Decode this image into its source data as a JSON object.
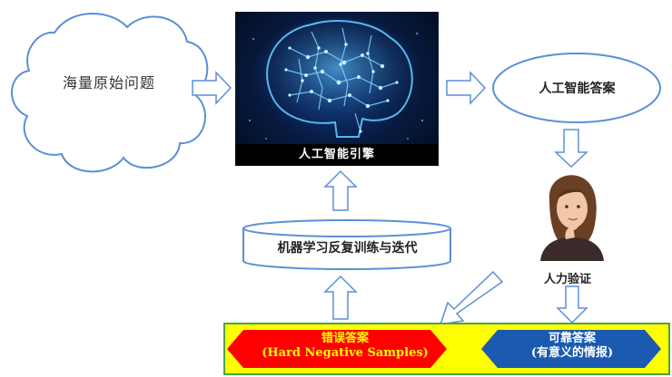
{
  "cloud": {
    "label": "海量原始问题"
  },
  "engine": {
    "caption": "人工智能引擎"
  },
  "answer": {
    "label": "人工智能答案"
  },
  "ml_store": {
    "label": "机器学习反复训练与迭代"
  },
  "human": {
    "label": "人力验证"
  },
  "outcomes": {
    "wrong": {
      "line1": "错误答案",
      "line2": "(Hard Negative Samples)"
    },
    "correct": {
      "line1": "可靠答案",
      "line2": "(有意义的情报)"
    }
  },
  "colors": {
    "outline": "#5b8fd6",
    "arrow_fill": "#ffffff",
    "bar": "#ffff00",
    "wrong_arrow": "#ff0000",
    "correct_arrow": "#1a5ab0",
    "engine_glow": "#4fc3ff"
  }
}
